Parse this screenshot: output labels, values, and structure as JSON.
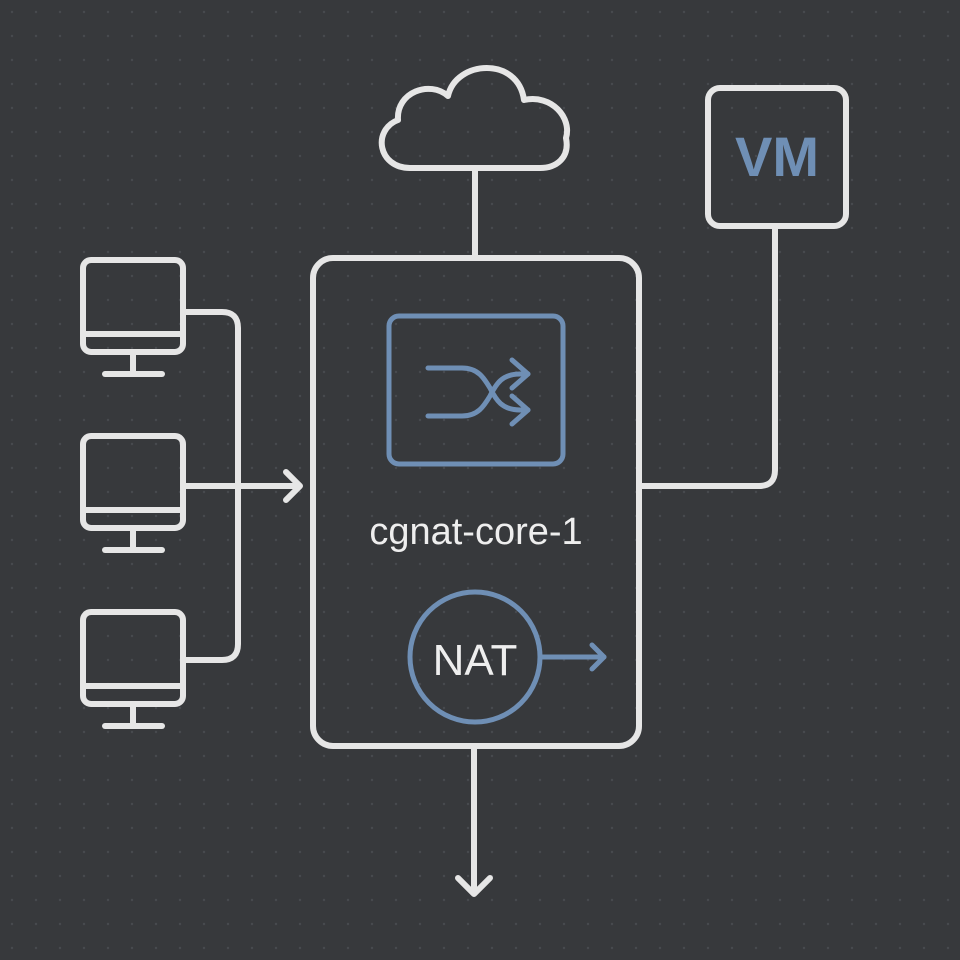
{
  "diagram": {
    "router_label": "cgnat-core-1",
    "nat_label": "NAT",
    "vm_label": "VM"
  },
  "colors": {
    "background": "#37393c",
    "grid_dot": "#4a4d51",
    "line": "#e6e6e6",
    "accent": "#6f8fb5"
  },
  "icons": {
    "cloud": "cloud-icon",
    "vm": "vm-box-icon",
    "switch": "shuffle-switch-icon",
    "nat": "nat-circle-icon",
    "clients": [
      "desktop-monitor-icon",
      "desktop-monitor-icon",
      "desktop-monitor-icon"
    ]
  }
}
